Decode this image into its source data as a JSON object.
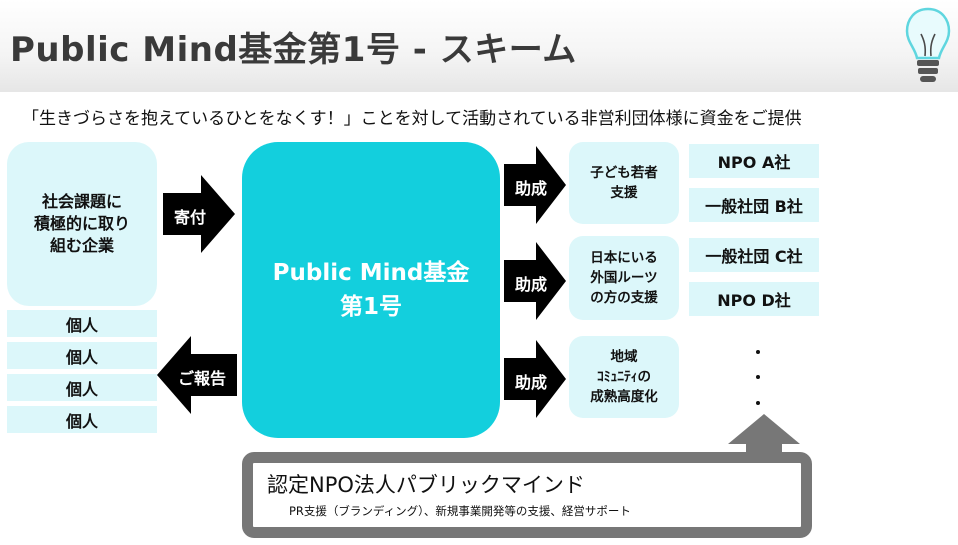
{
  "header": {
    "title": "Public Mind基金第1号 - スキーム"
  },
  "subtitle": "「生きづらさを抱えているひとをなくす！」ことを対して活動されている非営利団体様に資金をご提供",
  "left": {
    "company_lines": [
      "社会課題に",
      "積極的に取り",
      "組む企業"
    ],
    "individuals": [
      "個人",
      "個人",
      "個人",
      "個人"
    ]
  },
  "arrows": {
    "donate": "寄付",
    "report": "ご報告",
    "grant": "助成"
  },
  "fund": {
    "lines": [
      "Public Mind基金",
      "第1号"
    ]
  },
  "categories": [
    {
      "lines": [
        "子ども若者",
        "支援"
      ]
    },
    {
      "lines": [
        "日本にいる",
        "外国ルーツ",
        "の方の支援"
      ]
    },
    {
      "lines": [
        "地域",
        "ｺﾐｭﾆﾃｨの",
        "成熟高度化"
      ]
    }
  ],
  "organizations": [
    "NPO A社",
    "一般社団 B社",
    "一般社団 C社",
    "NPO D社"
  ],
  "support": {
    "title": "認定NPO法人パブリックマインド",
    "description": "PR支援（ブランディング）、新規事業開発等の支援、経営サポート"
  },
  "colors": {
    "fund": "#13cfdd",
    "box_light": "#dcf7fa",
    "arrow": "#000000",
    "support_border": "#777777"
  },
  "icons": {
    "logo": "lightbulb-icon"
  }
}
